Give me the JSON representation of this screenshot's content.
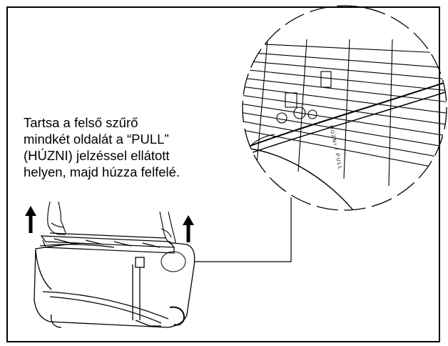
{
  "instruction": {
    "lines": [
      "Tartsa a felső szűrő",
      "mindkét oldalát a “PULL”",
      "(HÚZNI) jelzéssel ellátott",
      "helyen, majd húzza felfelé."
    ]
  },
  "filter_label": "HÚZNI / PULL",
  "colors": {
    "line": "#000000",
    "background": "#ffffff"
  },
  "icons": {
    "arrow": "up-arrow-icon",
    "hand": "hand-icon"
  }
}
